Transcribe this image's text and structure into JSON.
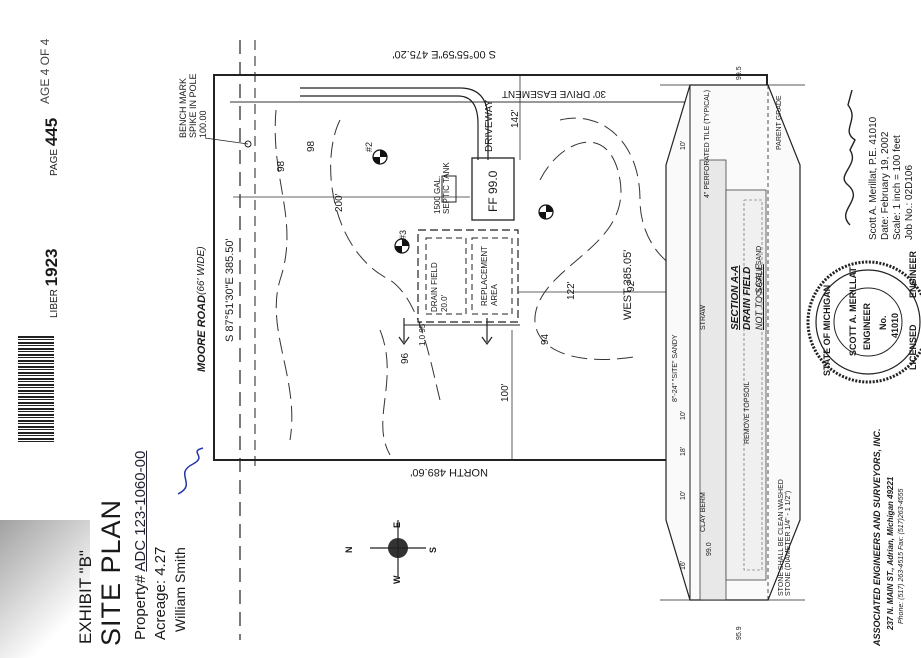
{
  "header": {
    "liber_label": "LIBER",
    "liber_no": "1923",
    "page_label": "PAGE",
    "page_no": "445",
    "page_of": "AGE 4 OF 4"
  },
  "title_block": {
    "exhibit": "EXHIBIT \"B\"",
    "title": "SITE PLAN",
    "property_label": "Property#",
    "property_no": "ADC 123-1060-00",
    "acreage": "Acreage:   4.27",
    "owner": "William Smith"
  },
  "plan": {
    "road": "MOORE ROAD",
    "road_width": "(66' WIDE)",
    "south_bearing": "S 00°55'59\"E 475.20'",
    "north_line": "NORTH   489.60'",
    "west_bearing": "S 87°51'30\"E 385.50'",
    "east_line": "WEST   385.05'",
    "drive_easement": "30' DRIVE EASEMENT",
    "driveway": "DRIVEWAY",
    "benchmark": [
      "BENCH MARK",
      "SPIKE IN POLE",
      "100.00"
    ],
    "ff": "FF 99.0",
    "septic": [
      "1500 GAL.",
      "SEPTIC TANK"
    ],
    "drain_field": [
      "DRAIN FIELD",
      "20.0'"
    ],
    "replacement": [
      "REPLACEMENT",
      "AREA"
    ],
    "dim_200": "200'",
    "dim_142": "142'",
    "dim_122": "122'",
    "dim_100": "100'",
    "dim_50": "1.0 95'",
    "contours": [
      "98",
      "98",
      "96",
      "94",
      "92"
    ],
    "wells": [
      "#2",
      "#3"
    ]
  },
  "section": {
    "title": "SECTION A-A",
    "subtitle": "DRAIN FIELD",
    "scale": "NOT TO SCALE",
    "labels": [
      "4\" PERFORATED TILE (TYPICAL)",
      "STRAW",
      "8\"-24\" \"SITE\" SANDY",
      "CLASS II SAND",
      "REMOVE TOPSOIL",
      "STONE SHALL BE CLEAN WASHED STONE (DIAMETER 1/4\" - 1 1/2\")",
      "CLAY BERM",
      "PARENT GRADE"
    ],
    "dims": [
      "10'",
      "10'",
      "16'",
      "18'",
      "10'",
      "99.0",
      "95.9",
      "99.5"
    ]
  },
  "seal": {
    "state": "STATE OF MICHIGAN",
    "name": "SCOTT A. MERILLAT",
    "role": "ENGINEER",
    "no_label": "No.",
    "no": "41010",
    "licensed": "LICENSED",
    "top": "ENGINEER"
  },
  "company": {
    "name": "ASSOCIATED ENGINEERS AND SURVEYORS, INC.",
    "address": "237 N. MAIN ST., Adrian, Michigan  49221",
    "phone": "Phone: (517) 263-4515  Fax: (517)263-4555"
  },
  "engineer": {
    "line1": "Scott A. Merillat, P.E. 41010",
    "line2": "Date:   February 19, 2002",
    "line3": "Scale:  1 inch = 100 feet",
    "line4": "Job No.: 02D106"
  },
  "compass": [
    "N",
    "E",
    "S",
    "W"
  ]
}
